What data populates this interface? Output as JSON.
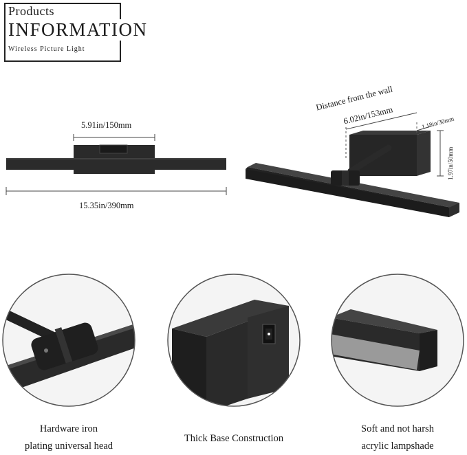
{
  "header": {
    "title_small": "Products",
    "title_large": "INFORMATION",
    "subtitle": "Wireless Picture Light"
  },
  "front_view": {
    "base_width": "5.91in/150mm",
    "total_length": "15.35in/390mm"
  },
  "side_view": {
    "distance_label": "Distance from the wall",
    "distance_value": "6.02in/153mm",
    "base_depth": "1.18in/30mm",
    "base_height": "1.97in/50mm"
  },
  "features": [
    {
      "line1": "Hardware iron",
      "line2": "plating universal head",
      "icon": "universal-head-closeup"
    },
    {
      "line1": "Thick Base Construction",
      "line2": "",
      "icon": "base-switch-closeup"
    },
    {
      "line1": "Soft and not harsh",
      "line2": "acrylic lampshade",
      "icon": "lampshade-closeup"
    }
  ],
  "colors": {
    "product": "#2b2b2b",
    "accent": "#1a1a1a",
    "circle_border": "#555555"
  }
}
